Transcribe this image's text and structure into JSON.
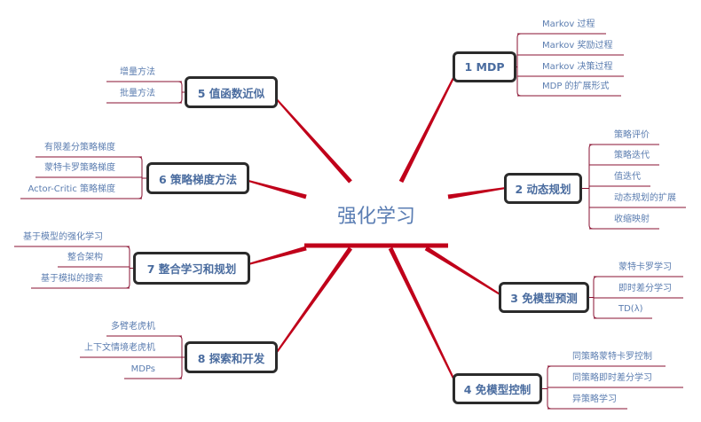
{
  "title": "强化学习",
  "branches": [
    {
      "label": "1 MDP",
      "leaves": [
        "Markov 过程",
        "Markov 奖励过程",
        "Markov 决策过程",
        "MDP 的扩展形式"
      ]
    },
    {
      "label": "2 动态规划",
      "leaves": [
        "策略评价",
        "策略迭代",
        "值迭代",
        "动态规划的扩展",
        "收缩映射"
      ]
    },
    {
      "label": "3 免模型预测",
      "leaves": [
        "蒙特卡罗学习",
        "即时差分学习",
        "TD(λ)"
      ]
    },
    {
      "label": "4 免模型控制",
      "leaves": [
        "同策略蒙特卡罗控制",
        "同策略即时差分学习",
        "异策略学习"
      ]
    },
    {
      "label": "5 值函数近似",
      "leaves": [
        "增量方法",
        "批量方法"
      ]
    },
    {
      "label": "6 策略梯度方法",
      "leaves": [
        "有限差分策略梯度",
        "蒙特卡罗策略梯度",
        "Actor-Critic 策略梯度"
      ]
    },
    {
      "label": "7 整合学习和规划",
      "leaves": [
        "基于模型的强化学习",
        "整合架构",
        "基于模拟的搜索"
      ]
    },
    {
      "label": "8 探索和开发",
      "leaves": [
        "多臂老虎机",
        "上下文情境老虎机",
        "MDPs"
      ]
    }
  ],
  "colors": {
    "branch_line": "#c0001a",
    "leaf_line": "#8a1030",
    "text": "#5b7db0",
    "box_border": "#2b2b2b"
  }
}
